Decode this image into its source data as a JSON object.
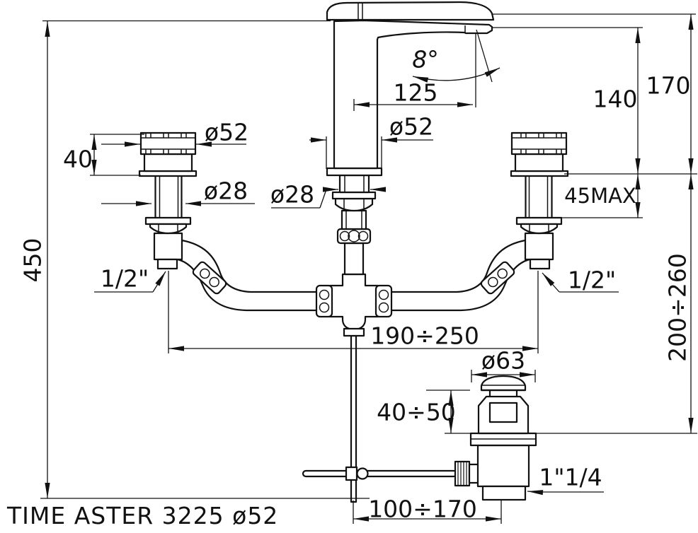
{
  "title": "TIME ASTER 3225 ø52",
  "colors": {
    "line": "#111111",
    "background": "#ffffff"
  },
  "drawing_type": "3-hole basin mixer installation drawing",
  "labels": {
    "overall_height": "450",
    "handle_height": "40",
    "handle_diameter_left": "ø52",
    "shank_diameter_left": "ø28",
    "shank_diameter_center": "ø28",
    "body_diameter_center": "ø52",
    "spout_reach": "125",
    "spout_angle": "8°",
    "height_to_top": "170",
    "height_to_outlet": "140",
    "deck_thickness_max": "45MAX",
    "inlet_left": "1/2\"",
    "inlet_right": "1/2\"",
    "supply_range": "200÷260",
    "hole_centres_range": "190÷250",
    "waste_cap_diameter": "ø63",
    "waste_top_height": "40÷50",
    "waste_thread": "1\"1/4",
    "rod_offset_range": "100÷170"
  }
}
